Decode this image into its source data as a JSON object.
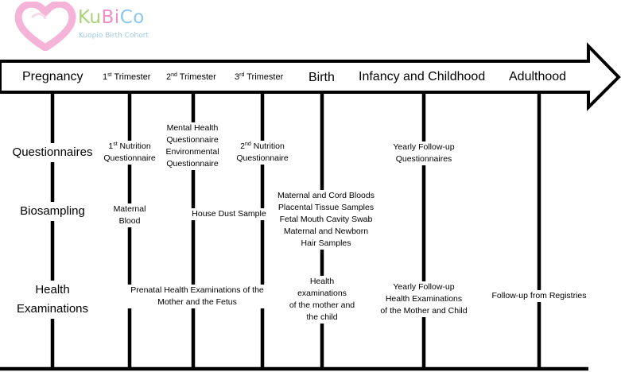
{
  "logo": {
    "part1": "Ku",
    "part2": "Bi",
    "part3": "Co",
    "subtitle": "Kuopio Birth Cohort",
    "icon": "heart-logo-icon"
  },
  "timeline": {
    "pregnancy": "Pregnancy",
    "trimester1_num": "1",
    "trimester1_sup": "st",
    "trimester1_word": "Trimester",
    "trimester2_num": "2",
    "trimester2_sup": "nd",
    "trimester2_word": "Trimester",
    "trimester3_num": "3",
    "trimester3_sup": "rd",
    "trimester3_word": "Trimester",
    "birth": "Birth",
    "infancy": "Infancy and Childhood",
    "adulthood": "Adulthood"
  },
  "rows": {
    "questionnaires": "Questionnaires",
    "biosampling": "Biosampling",
    "health_line1": "Health",
    "health_line2": "Examinations"
  },
  "cells": {
    "q1_num": "1",
    "q1_sup": "st",
    "q1_rest": " Nutrition",
    "q1_line2": "Questionnaire",
    "q2_lines": [
      "Mental Health",
      "Questionnaire",
      "Environmental",
      "Questionnaire"
    ],
    "q3_num": "2",
    "q3_sup": "nd",
    "q3_rest": " Nutrition",
    "q3_line2": "Questionnaire",
    "q_infancy": [
      "Yearly Follow-up",
      "Questionnaires"
    ],
    "b_maternal": [
      "Maternal",
      "Blood"
    ],
    "b_dust": "House Dust Sample",
    "b_birth": [
      "Maternal and Cord Bloods",
      "Placental Tissue Samples",
      "Fetal Mouth Cavity Swab",
      "Maternal and Newborn",
      "Hair Samples"
    ],
    "h_prenatal": [
      "Prenatal Health Examinations of the",
      "Mother and the Fetus"
    ],
    "h_birth": [
      "Health",
      "examinations",
      "of the mother and",
      "the child"
    ],
    "h_infancy": [
      "Yearly Follow-up",
      "Health Examinations",
      "of the Mother and Child"
    ],
    "h_adult": "Follow-up from Registries"
  },
  "colors": {
    "line": "#000000",
    "logo_heart": "#f5b3d8"
  }
}
